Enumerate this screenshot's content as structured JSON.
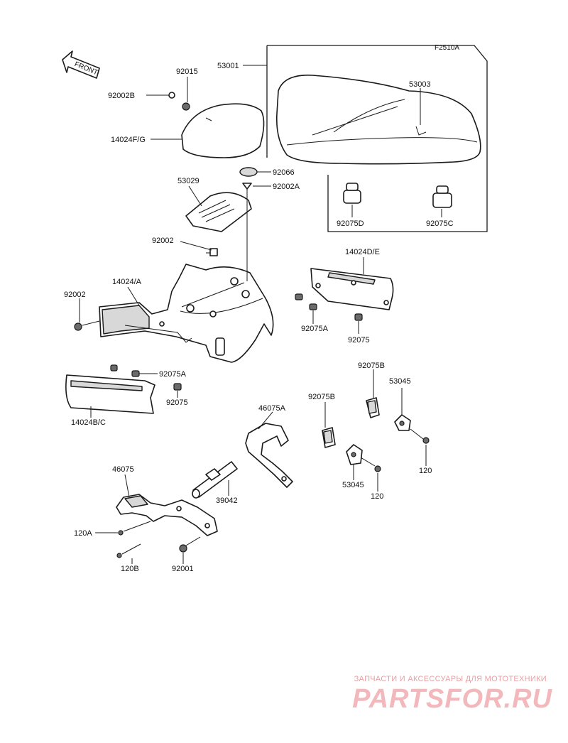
{
  "diagram": {
    "figure_ref": "F2510A",
    "front_label": "FRONT",
    "labels": {
      "l_53001": "53001",
      "l_53003": "53003",
      "l_92015": "92015",
      "l_92002b": "92002B",
      "l_14024fg": "14024F/G",
      "l_92066": "92066",
      "l_92002a": "92002A",
      "l_53029": "53029",
      "l_92075d": "92075D",
      "l_92075c": "92075C",
      "l_92002_top": "92002",
      "l_14024de": "14024D/E",
      "l_14024a": "14024/A",
      "l_92002_left": "92002",
      "l_92075a_right": "92075A",
      "l_92075_right": "92075",
      "l_92075a_left": "92075A",
      "l_92075_left": "92075",
      "l_14024bc": "14024B/C",
      "l_92075b_upper": "92075B",
      "l_53045_upper": "53045",
      "l_46075a": "46075A",
      "l_92075b_lower": "92075B",
      "l_120_right": "120",
      "l_53045_lower": "53045",
      "l_120_lower": "120",
      "l_46075": "46075",
      "l_39042": "39042",
      "l_120a": "120A",
      "l_120b": "120B",
      "l_92001": "92001"
    }
  },
  "watermark": {
    "line1": "ЗАПЧАСТИ И АКСЕССУАРЫ ДЛЯ МОТОТЕХНИКИ",
    "line2": "PARTSFOR.RU",
    "color": "#f2b8bb"
  }
}
